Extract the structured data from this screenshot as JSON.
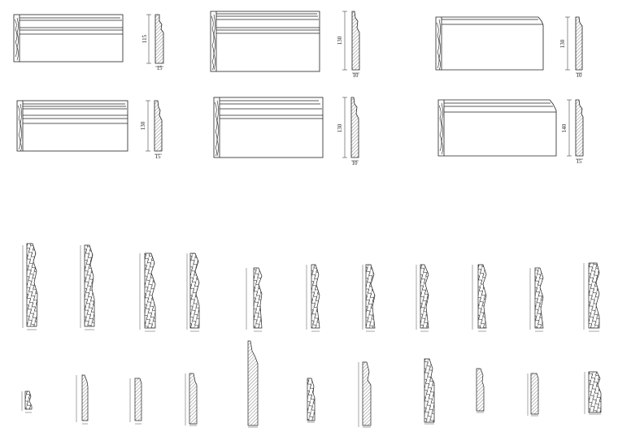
{
  "drawing": {
    "line_color": "#222222",
    "hatch_color": "#333333",
    "grain_color": "#444444",
    "background": "#ffffff"
  },
  "baseboards": [
    {
      "height_label": "115",
      "thickness_label": "15"
    },
    {
      "height_label": "130",
      "thickness_label": "10"
    },
    {
      "height_label": "130",
      "thickness_label": "10"
    },
    {
      "height_label": "130",
      "thickness_label": "15"
    },
    {
      "height_label": "130",
      "thickness_label": "10"
    },
    {
      "height_label": "140",
      "thickness_label": "15"
    }
  ],
  "moulding_rows": [
    {
      "count": 11
    },
    {
      "count": 11
    }
  ]
}
